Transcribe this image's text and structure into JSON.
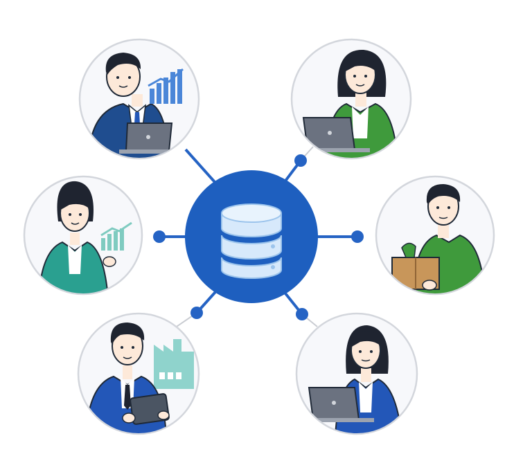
{
  "colors": {
    "hub": "#1e5fbf",
    "hub_dark": "#174ea3",
    "connector": "#2563c4",
    "circle_bg": "#f7f8fb",
    "circle_border": "#d3d6dc",
    "line_art": "#1f2937",
    "skin": "#fde9d9",
    "hair": "#1f2430",
    "suit_navy": "#1f4d8f",
    "suit_blue": "#2357b8",
    "jacket_green": "#3f9a3c",
    "jacket_teal": "#2aa090",
    "laptop": "#6b7280",
    "chart_blue": "#4a86d8",
    "chart_teal": "#7fcbc0",
    "box": "#c8965a",
    "factory": "#8fd3cc"
  },
  "diagram": {
    "center_icon": "database-icon",
    "nodes": [
      {
        "id": "node-top-left",
        "icon": "businessman-laptop-chart-icon"
      },
      {
        "id": "node-top-right",
        "icon": "woman-laptop-icon"
      },
      {
        "id": "node-mid-left",
        "icon": "woman-presenting-chart-icon"
      },
      {
        "id": "node-mid-right",
        "icon": "man-holding-box-icon"
      },
      {
        "id": "node-bottom-left",
        "icon": "man-tablet-factory-icon"
      },
      {
        "id": "node-bottom-right",
        "icon": "woman-laptop-icon"
      }
    ]
  }
}
